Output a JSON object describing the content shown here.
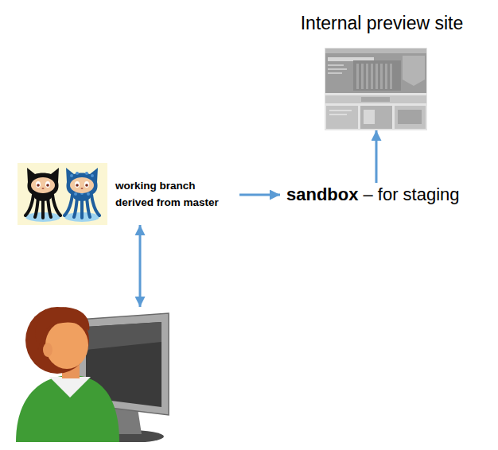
{
  "diagram": {
    "nodes": [
      {
        "text": [
          "Internal preview site"
        ]
      },
      {
        "text": [
          "working branch derived from master"
        ]
      },
      {
        "text": [
          "sandbox",
          "– for staging"
        ]
      },
      {
        "text": []
      }
    ],
    "edges": [
      {
        "from": 1,
        "to": 2,
        "arrow": "to"
      },
      {
        "from": 2,
        "to": 0,
        "arrow": "to"
      },
      {
        "from": 1,
        "to": 3,
        "arrow": "both"
      }
    ]
  }
}
